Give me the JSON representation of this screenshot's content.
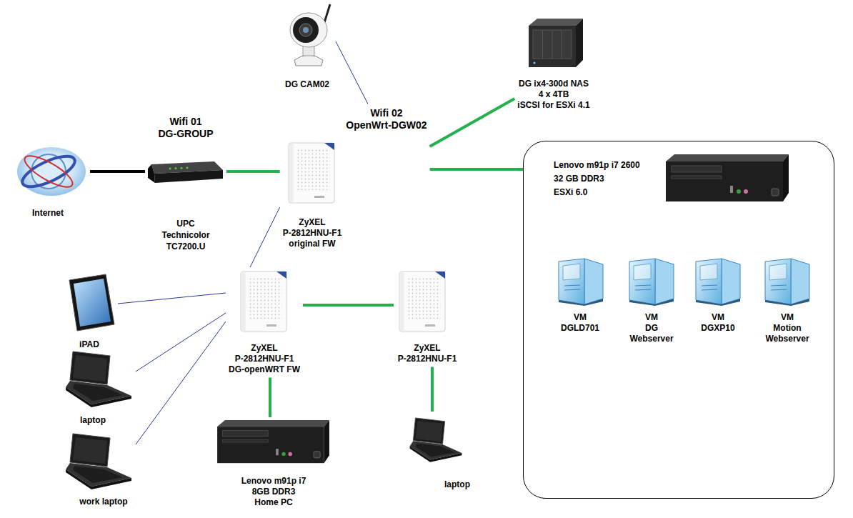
{
  "diagram": {
    "nodes": [
      {
        "text": [
          "DG CAM02"
        ]
      },
      {
        "text": [
          "DG ix4-300d NAS 4 x 4TB iSCSI for ESXi 4.1"
        ]
      },
      {
        "text": [
          "Internet"
        ]
      },
      {
        "text": [
          "Wifi 01 DG-GROUP",
          "UPC Technicolor TC7200.U"
        ]
      },
      {
        "text": [
          "Wifi 02 OpenWrt-DGW02",
          "ZyXEL P-2812HNU-F1 original FW"
        ]
      },
      {
        "text": [
          "Lenovo m91p i7 2600 32 GB DDR3 ESXi 6.0"
        ]
      },
      {
        "text": [
          "VM DGLD701"
        ],
        "in": 5
      },
      {
        "text": [
          "VM DG Webserver"
        ],
        "in": 5
      },
      {
        "text": [
          "VM DGXP10"
        ],
        "in": 5
      },
      {
        "text": [
          "VM Motion Webserver"
        ],
        "in": 5
      },
      {
        "text": [
          "iPAD"
        ]
      },
      {
        "text": [
          "ZyXEL P-2812HNU-F1 DG-openWRT FW"
        ]
      },
      {
        "text": [
          "ZyXEL P-2812HNU-F1"
        ]
      },
      {
        "text": [
          "laptop"
        ]
      },
      {
        "text": [
          "work laptop"
        ]
      },
      {
        "text": [
          "Lenovo m91p i7 8GB DDR3 Home PC"
        ]
      },
      {
        "text": [
          "laptop"
        ]
      }
    ],
    "edges": [
      {
        "from": 2,
        "to": 3,
        "arrow": "none"
      },
      {
        "from": 3,
        "to": 4,
        "arrow": "none"
      },
      {
        "from": 4,
        "to": 0,
        "arrow": "none"
      },
      {
        "from": 4,
        "to": 1,
        "arrow": "none"
      },
      {
        "from": 4,
        "to": 5,
        "arrow": "none"
      },
      {
        "from": 4,
        "to": 11,
        "arrow": "none"
      },
      {
        "from": 10,
        "to": 11,
        "arrow": "none"
      },
      {
        "from": 13,
        "to": 11,
        "arrow": "none"
      },
      {
        "from": 14,
        "to": 11,
        "arrow": "none"
      },
      {
        "from": 11,
        "to": 12,
        "arrow": "none"
      },
      {
        "from": 11,
        "to": 15,
        "arrow": "none"
      },
      {
        "from": 12,
        "to": 16,
        "arrow": "none"
      }
    ]
  }
}
